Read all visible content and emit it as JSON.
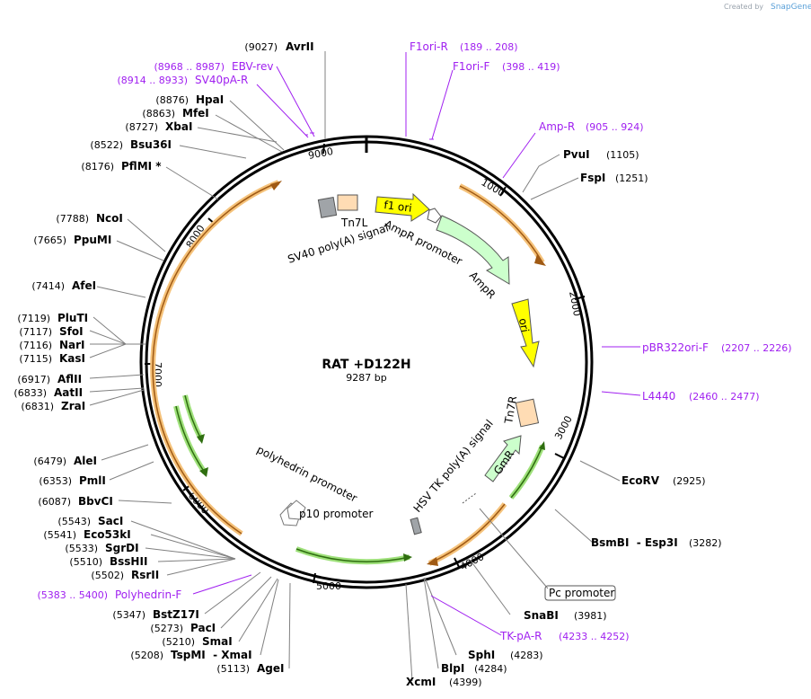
{
  "credit": {
    "created_by": "Created by",
    "app": "SnapGene"
  },
  "plasmid": {
    "name": "RAT +D122H",
    "length": "9287 bp"
  },
  "ticks": [
    "9000",
    "1000",
    "2000",
    "3000",
    "4000",
    "5000",
    "6000",
    "7000",
    "8000"
  ],
  "enzymes": [
    {
      "name": "AvrII",
      "pos": "(9027)"
    },
    {
      "name": "HpaI",
      "pos": "(8876)"
    },
    {
      "name": "MfeI",
      "pos": "(8863)"
    },
    {
      "name": "XbaI",
      "pos": "(8727)"
    },
    {
      "name": "Bsu36I",
      "pos": "(8522)"
    },
    {
      "name": "PflMI *",
      "pos": "(8176)"
    },
    {
      "name": "NcoI",
      "pos": "(7788)"
    },
    {
      "name": "PpuMI",
      "pos": "(7665)"
    },
    {
      "name": "AfeI",
      "pos": "(7414)"
    },
    {
      "name": "PluTI",
      "pos": "(7119)"
    },
    {
      "name": "SfoI",
      "pos": "(7117)"
    },
    {
      "name": "NarI",
      "pos": "(7116)"
    },
    {
      "name": "KasI",
      "pos": "(7115)"
    },
    {
      "name": "AflII",
      "pos": "(6917)"
    },
    {
      "name": "AatII",
      "pos": "(6833)"
    },
    {
      "name": "ZraI",
      "pos": "(6831)"
    },
    {
      "name": "AleI",
      "pos": "(6479)"
    },
    {
      "name": "PmlI",
      "pos": "(6353)"
    },
    {
      "name": "BbvCI",
      "pos": "(6087)"
    },
    {
      "name": "SacI",
      "pos": "(5543)"
    },
    {
      "name": "Eco53kI",
      "pos": "(5541)"
    },
    {
      "name": "SgrDI",
      "pos": "(5533)"
    },
    {
      "name": "BssHII",
      "pos": "(5510)"
    },
    {
      "name": "RsrII",
      "pos": "(5502)"
    },
    {
      "name": "BstZ17I",
      "pos": "(5347)"
    },
    {
      "name": "PacI",
      "pos": "(5273)"
    },
    {
      "name": "SmaI",
      "pos": "(5210)"
    },
    {
      "name": "TspMI  - XmaI",
      "pos": "(5208)"
    },
    {
      "name": "AgeI",
      "pos": "(5113)"
    },
    {
      "name": "PvuI",
      "pos": "(1105)"
    },
    {
      "name": "FspI",
      "pos": "(1251)"
    },
    {
      "name": "EcoRV",
      "pos": "(2925)"
    },
    {
      "name": "BsmBI  - Esp3I",
      "pos": "(3282)"
    },
    {
      "name": "SnaBI",
      "pos": "(3981)"
    },
    {
      "name": "SphI",
      "pos": "(4283)"
    },
    {
      "name": "BlpI",
      "pos": "(4284)"
    },
    {
      "name": "XcmI",
      "pos": "(4399)"
    }
  ],
  "primers": [
    {
      "name": "EBV-rev",
      "range": "(8968 .. 8987)"
    },
    {
      "name": "SV40pA-R",
      "range": "(8914 .. 8933)"
    },
    {
      "name": "F1ori-R",
      "range": "(189 .. 208)"
    },
    {
      "name": "F1ori-F",
      "range": "(398 .. 419)"
    },
    {
      "name": "Amp-R",
      "range": "(905 .. 924)"
    },
    {
      "name": "pBR322ori-F",
      "range": "(2207 .. 2226)"
    },
    {
      "name": "L4440",
      "range": "(2460 .. 2477)"
    },
    {
      "name": "TK-pA-R",
      "range": "(4233 .. 4252)"
    },
    {
      "name": "Polyhedrin-F",
      "range": "(5383 .. 5400)"
    }
  ],
  "features": {
    "f1_ori": "f1 ori",
    "tn7l": "Tn7L",
    "sv40": "SV40 poly(A) signal",
    "ampr_promoter": "AmpR promoter",
    "ampr": "AmpR",
    "ori": "ori",
    "tn7r": "Tn7R",
    "hsv": "HSV TK poly(A) signal",
    "gmr": "GmR",
    "pc_promoter": "Pc promoter",
    "polyhedrin": "polyhedrin promoter",
    "p10": "p10 promoter"
  },
  "colors": {
    "primer": "#a020f0",
    "orf_orange": "#f5c27a",
    "orf_green": "#9ee07a",
    "f1_yellow": "#ffff00",
    "ampr_green": "#ccffcc",
    "tn7_peach": "#ffdcb4",
    "gray_box": "#a0a4a8"
  }
}
